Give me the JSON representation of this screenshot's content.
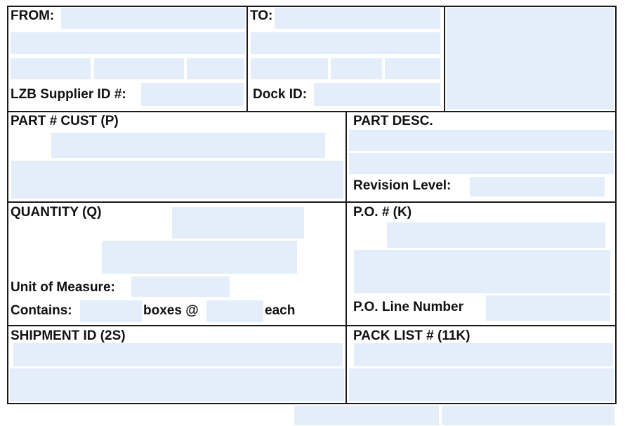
{
  "labels": {
    "from": "FROM:",
    "to": "TO:",
    "supplier_id": "LZB Supplier ID #:",
    "dock_id": "Dock ID:",
    "part_cust": "PART # CUST (P)",
    "part_desc": "PART DESC.",
    "revision_level": "Revision Level:",
    "quantity": "QUANTITY (Q)",
    "po_number": "P.O. # (K)",
    "unit_of_measure": "Unit of Measure:",
    "contains": "Contains:",
    "boxes_at": "boxes @",
    "each": "each",
    "po_line_number": "P.O. Line Number",
    "shipment_id": "SHIPMENT ID (2S)",
    "pack_list": "PACK LIST # (11K)"
  },
  "colors": {
    "field_fill": "#e4eefa",
    "border": "#1a1a1a"
  }
}
